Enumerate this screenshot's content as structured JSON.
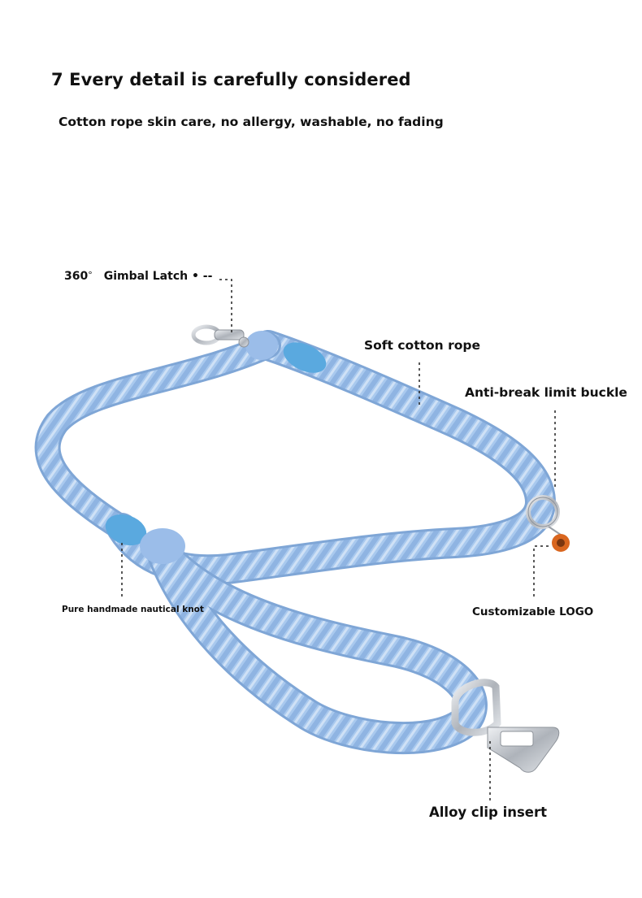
{
  "header": {
    "title": "7 Every detail is carefully considered",
    "subtitle": "Cotton rope skin care, no allergy, washable, no fading"
  },
  "callouts": {
    "gimbal_number": "360",
    "gimbal_degree": "°",
    "gimbal_label": "Gimbal Latch",
    "gimbal_pointer": "• --",
    "soft_rope": "Soft cotton rope",
    "anti_break": "Anti-break limit buckle",
    "handmade_knot": "Pure handmade nautical knot",
    "custom_logo": "Customizable LOGO",
    "alloy_clip": "Alloy clip insert"
  },
  "colors": {
    "rope": "#a9c9ee",
    "rope_shadow": "#7fa6d6",
    "rope_highlight": "#d6e6f8",
    "wrap": "#5aa9df",
    "metal": "#b8bcc2",
    "tag": "#d9661f"
  }
}
